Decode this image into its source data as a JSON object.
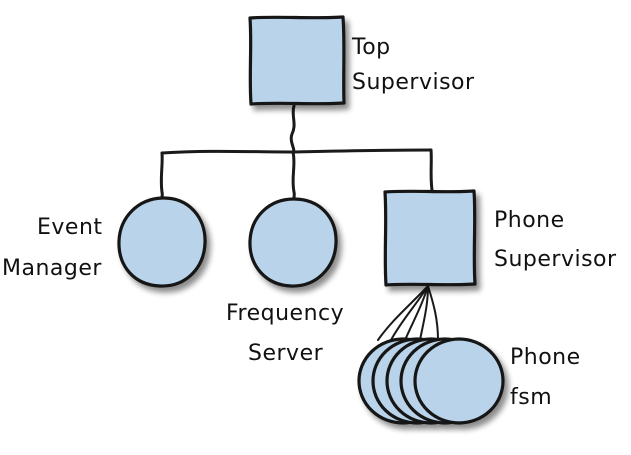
{
  "diagram": {
    "nodes": [
      {
        "id": "top",
        "shape": "square",
        "label_lines": [
          "Top",
          "Supervisor"
        ]
      },
      {
        "id": "event",
        "shape": "circle",
        "label_lines": [
          "Event",
          "Manager"
        ]
      },
      {
        "id": "freq",
        "shape": "circle",
        "label_lines": [
          "Frequency",
          "Server"
        ]
      },
      {
        "id": "phone-sup",
        "shape": "square",
        "label_lines": [
          "Phone",
          "Supervisor"
        ]
      },
      {
        "id": "phone-fsm",
        "shape": "circle-stack",
        "label_lines": [
          "Phone",
          "fsm"
        ]
      }
    ],
    "edges": [
      {
        "from": "top",
        "to": "event"
      },
      {
        "from": "top",
        "to": "freq"
      },
      {
        "from": "top",
        "to": "phone-sup"
      },
      {
        "from": "phone-sup",
        "to": "phone-fsm"
      }
    ],
    "colors": {
      "node_fill": "#b9d3ea",
      "outline": "#161616",
      "shadow": "#9a9a9a"
    }
  }
}
